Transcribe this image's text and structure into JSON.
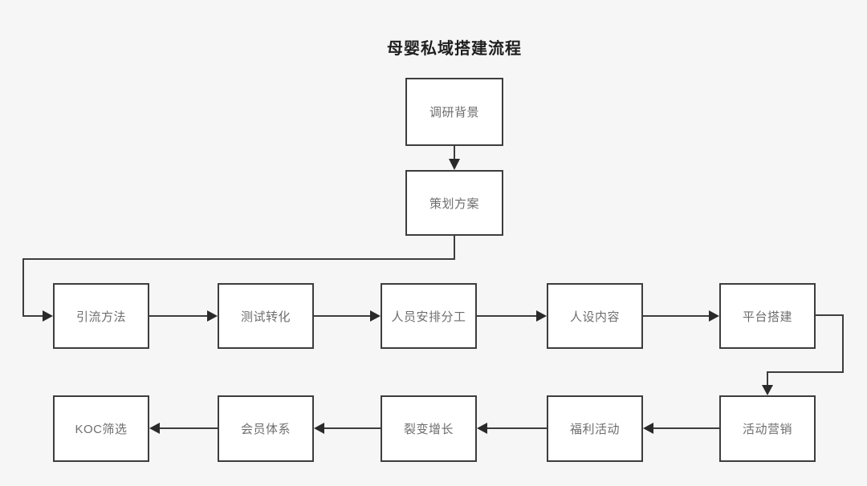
{
  "title": "母婴私域搭建流程",
  "nodes": {
    "research_background": {
      "label": "调研背景"
    },
    "planning_scheme": {
      "label": "策划方案"
    },
    "traffic_methods": {
      "label": "引流方法"
    },
    "test_conversion": {
      "label": "测试转化"
    },
    "staffing_division": {
      "label": "人员安排分工"
    },
    "persona_content": {
      "label": "人设内容"
    },
    "platform_setup": {
      "label": "平台搭建"
    },
    "activity_marketing": {
      "label": "活动营销"
    },
    "welfare_activities": {
      "label": "福利活动"
    },
    "fission_growth": {
      "label": "裂变增长"
    },
    "membership_system": {
      "label": "会员体系"
    },
    "koc_screening": {
      "label": "KOC筛选"
    }
  },
  "edges": [
    {
      "from": "research_background",
      "to": "planning_scheme"
    },
    {
      "from": "planning_scheme",
      "to": "traffic_methods"
    },
    {
      "from": "traffic_methods",
      "to": "test_conversion"
    },
    {
      "from": "test_conversion",
      "to": "staffing_division"
    },
    {
      "from": "staffing_division",
      "to": "persona_content"
    },
    {
      "from": "persona_content",
      "to": "platform_setup"
    },
    {
      "from": "platform_setup",
      "to": "activity_marketing"
    },
    {
      "from": "activity_marketing",
      "to": "welfare_activities"
    },
    {
      "from": "welfare_activities",
      "to": "fission_growth"
    },
    {
      "from": "fission_growth",
      "to": "membership_system"
    },
    {
      "from": "membership_system",
      "to": "koc_screening"
    }
  ],
  "colors": {
    "bg": "#f6f6f6",
    "line": "#3d3d3d",
    "arrow": "#2a2a2a",
    "box_fill": "#ffffff",
    "box_border": "#3d3d3d",
    "node_text": "#6e6e6e",
    "title_text": "#1f1f1f"
  }
}
